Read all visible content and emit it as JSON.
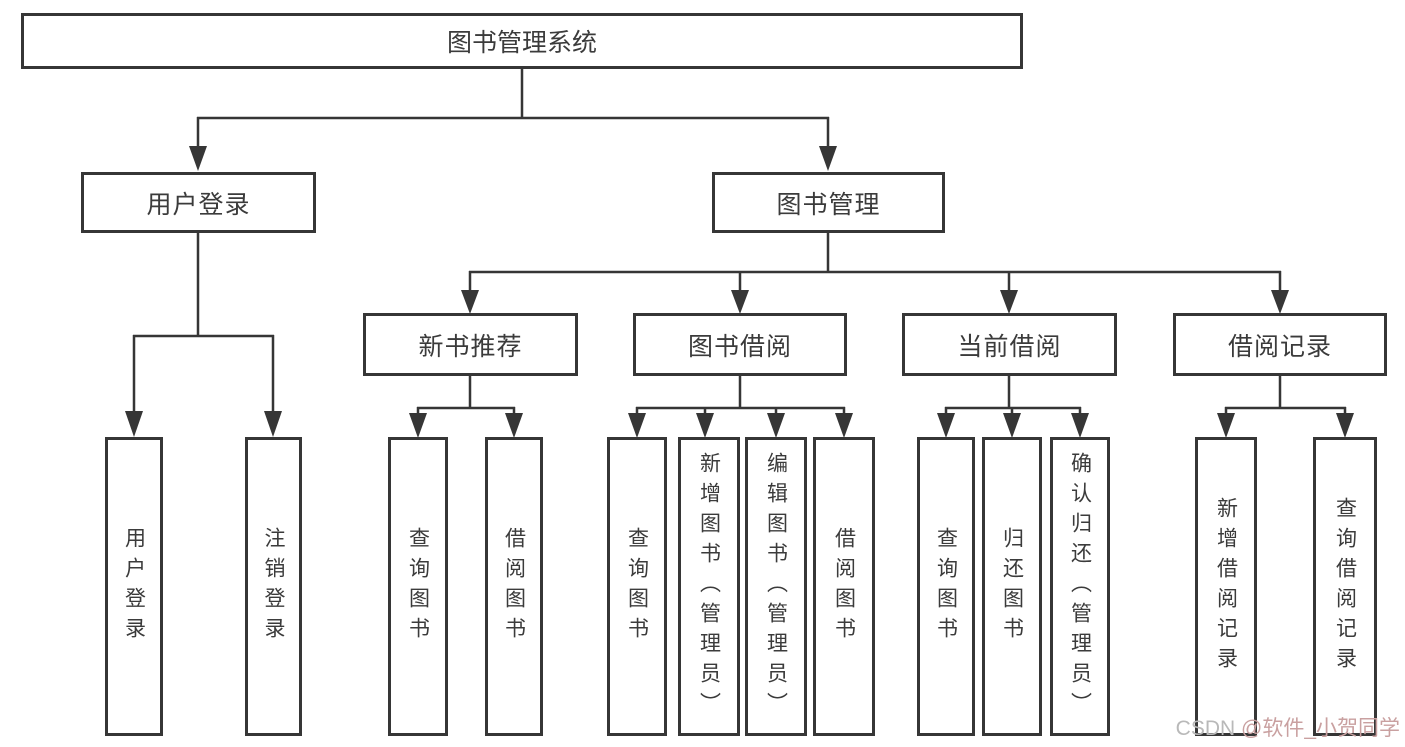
{
  "title": {
    "root": "图书管理系统"
  },
  "nodes": {
    "user_login": "用户登录",
    "book_mgmt": "图书管理",
    "login_children": [
      "用户登录",
      "注销登录"
    ],
    "groups": [
      {
        "label": "新书推荐",
        "children": [
          "查询图书",
          "借阅图书"
        ]
      },
      {
        "label": "图书借阅",
        "children": [
          "查询图书",
          "新增图书（管理员）",
          "编辑图书（管理员）",
          "借阅图书"
        ]
      },
      {
        "label": "当前借阅",
        "children": [
          "查询图书",
          "归还图书",
          "确认归还（管理员）"
        ]
      },
      {
        "label": "借阅记录",
        "children": [
          "新增借阅记录",
          "查询借阅记录"
        ]
      }
    ]
  },
  "watermark": {
    "brand": "CSDN ",
    "author": "@软件_小贺同学"
  },
  "colors": {
    "line": "#363636",
    "box_border": "#363636",
    "text": "#3b3b3b",
    "background": "#ffffff",
    "watermark_brand": "#b9b9b9",
    "watermark_author": "#c9a0a0"
  }
}
